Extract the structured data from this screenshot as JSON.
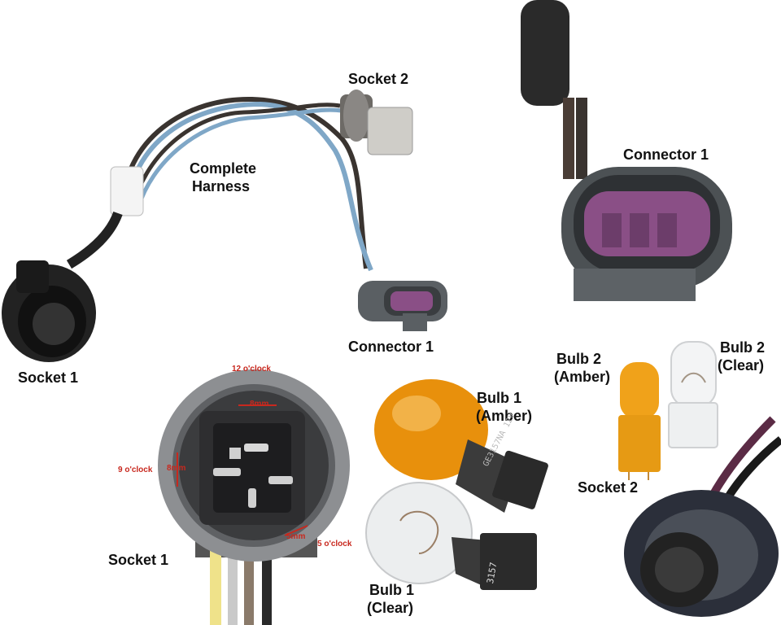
{
  "labels": {
    "socket2_top": "Socket 2",
    "complete_harness_line1": "Complete",
    "complete_harness_line2": "Harness",
    "connector1_top_right": "Connector 1",
    "connector1_mid": "Connector 1",
    "socket1_top": "Socket 1",
    "socket1_bottom": "Socket 1",
    "socket2_bottom": "Socket 2",
    "bulb1_amber_line1": "Bulb 1",
    "bulb1_amber_line2": "(Amber)",
    "bulb1_clear_line1": "Bulb 1",
    "bulb1_clear_line2": "(Clear)",
    "bulb2_amber_line1": "Bulb 2",
    "bulb2_amber_line2": "(Amber)",
    "bulb2_clear_line1": "Bulb 2",
    "bulb2_clear_line2": "(Clear)"
  },
  "socket_diagram": {
    "twelve_oclock": "12 o'clock",
    "nine_oclock": "9 o'clock",
    "five_oclock": "5 o'clock",
    "dim_top": "8mm",
    "dim_left": "8mm",
    "dim_right": "5mm"
  },
  "bulb_text": {
    "amber_bulb_print": "GE3157NA 12V",
    "clear_bulb_print": "3157"
  },
  "colors": {
    "wire_blue": "#7fa7c7",
    "wire_dark": "#3a3430",
    "connector_purple": "#8a4f86",
    "amber": "#e8900c",
    "dim_red": "#c8281e"
  }
}
